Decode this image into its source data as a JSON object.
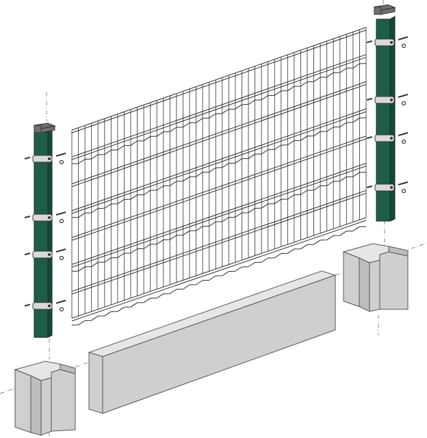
{
  "figure": {
    "components": [
      {
        "name": "fence-panel",
        "kind": "welded-wire-mesh",
        "color": "#2b2b2b",
        "v_folds": 4,
        "vertical_wires": 46
      },
      {
        "name": "post-left",
        "kind": "square-post",
        "color": "#1f5e46",
        "clamps": 4
      },
      {
        "name": "post-right",
        "kind": "square-post",
        "color": "#1f5e46",
        "clamps": 4
      },
      {
        "name": "post-cap-left",
        "kind": "cap",
        "color": "#6f6f6f"
      },
      {
        "name": "post-cap-right",
        "kind": "cap",
        "color": "#6f6f6f"
      },
      {
        "name": "base-plate",
        "kind": "concrete-plate",
        "color": "#cfcfcf"
      },
      {
        "name": "concrete-support-left",
        "kind": "grooved-concrete-block",
        "color": "#cfcfcf"
      },
      {
        "name": "concrete-support-right",
        "kind": "grooved-concrete-block",
        "color": "#cfcfcf"
      }
    ]
  }
}
